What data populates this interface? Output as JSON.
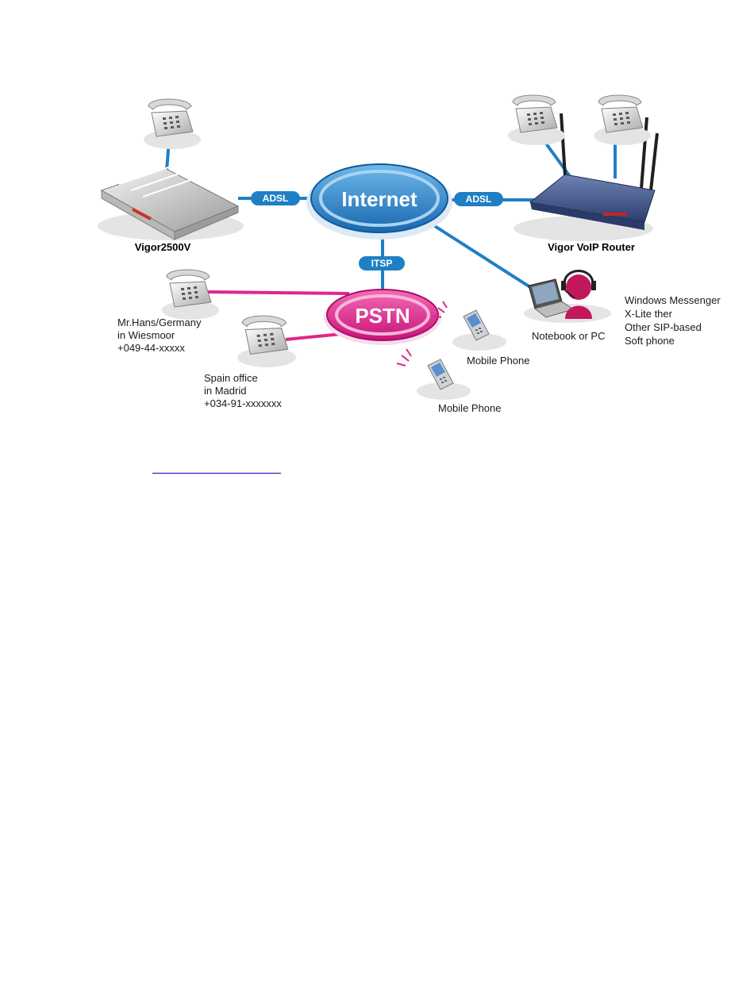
{
  "diagram": {
    "nodes": {
      "internet": "Internet",
      "pstn": "PSTN",
      "vigor2500v": "Vigor2500V",
      "vigor_voip_router": "Vigor VoIP Router",
      "notebook": "Notebook or PC",
      "mobile_phone_1": "Mobile Phone",
      "mobile_phone_2": "Mobile Phone"
    },
    "links": {
      "adsl_left": "ADSL",
      "adsl_right": "ADSL",
      "itsp": "ITSP"
    },
    "contacts": {
      "germany": [
        "Mr.Hans/Germany",
        "in Wiesmoor",
        "+049-44-xxxxx"
      ],
      "spain": [
        "Spain office",
        "in Madrid",
        "+034-91-xxxxxxx"
      ]
    },
    "softphones": [
      "Windows Messenger",
      "X-Lite ther",
      "Other SIP-based",
      "Soft phone"
    ]
  },
  "link": {
    "text": ""
  },
  "colors": {
    "internet_blue": "#1f7fc4",
    "pstn_pink": "#e0268a",
    "shadow_gray": "#e6e6e6"
  }
}
